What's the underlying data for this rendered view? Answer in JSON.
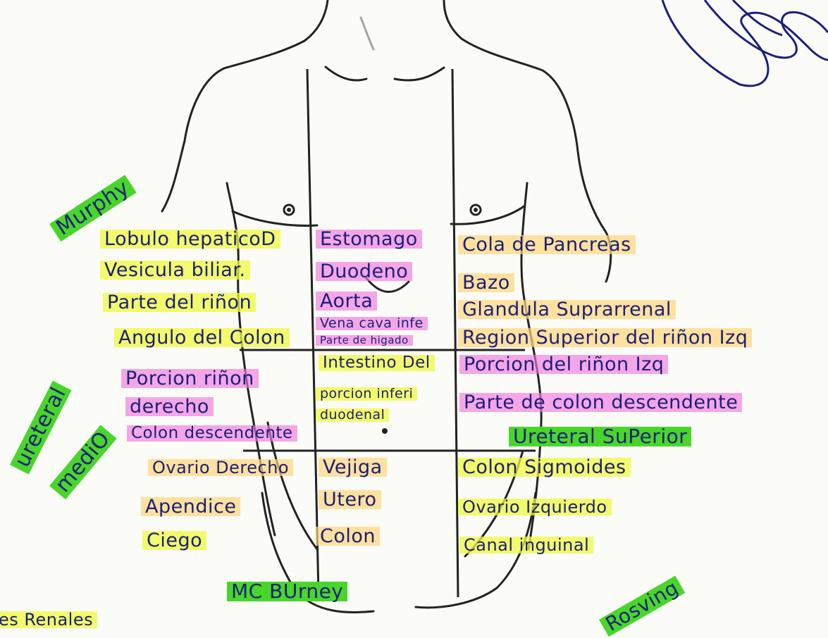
{
  "colors": {
    "ink": "#1a1f7a",
    "outline": "#222222",
    "yellow": "#f0fa3c",
    "pink": "#f078dc",
    "orange": "#ffd678",
    "green": "#49d62a"
  },
  "points": {
    "murphy": "Murphy",
    "ureteral_medio_1": "ureteral",
    "ureteral_medio_2": "mediO",
    "ureteral_superior": "Ureteral SuPerior",
    "mc_burney": "MC BUrney",
    "rosving": "Rosving",
    "bottom_left_partial": "es Renales"
  },
  "right_hypochondrium": [
    "Lobulo hepaticoD",
    "Vesicula biliar.",
    "Parte del riñon",
    "Angulo del Colon"
  ],
  "epigastrium": [
    "Estomago",
    "Duodeno",
    "Aorta",
    "Vena cava infe",
    "Parte de higado"
  ],
  "left_hypochondrium": [
    "Cola de Pancreas",
    "Bazo",
    "Glandula Suprarrenal",
    "Region Superior del riñon Izq"
  ],
  "right_flank": [
    "Porcion riñon",
    "derecho",
    "Colon descendente"
  ],
  "umbilical": [
    "Intestino Del",
    "porcion inferi",
    "duodenal"
  ],
  "left_flank": [
    "Porcion del riñon Izq",
    "Parte de colon descendente"
  ],
  "right_iliac": [
    "Ovario Derecho",
    "Apendice",
    "Ciego"
  ],
  "hypogastrium": [
    "Vejiga",
    "Utero",
    "Colon"
  ],
  "left_iliac": [
    "Colon Sigmoides",
    "Ovario Izquierdo",
    "Canal inguinal"
  ]
}
